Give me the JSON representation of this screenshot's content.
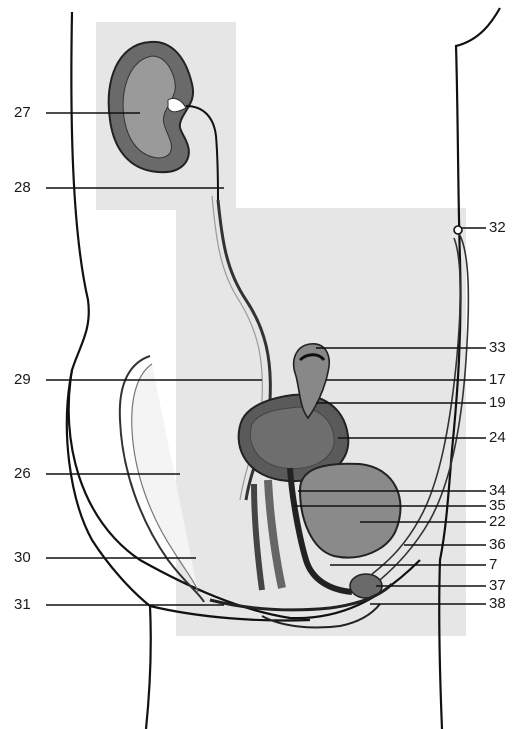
{
  "diagram": {
    "colors": {
      "outline": "#111111",
      "panel": "#e6e6e6",
      "organ_dark": "#4a4a4a",
      "organ_mid": "#7a7a7a",
      "organ_light": "#a8a8a8"
    },
    "labels_left": [
      "27",
      "28",
      "29",
      "26",
      "30",
      "31"
    ],
    "labels_right": [
      "32",
      "33",
      "17",
      "19",
      "24",
      "34",
      "35",
      "22",
      "36",
      "7",
      "37",
      "38"
    ]
  }
}
